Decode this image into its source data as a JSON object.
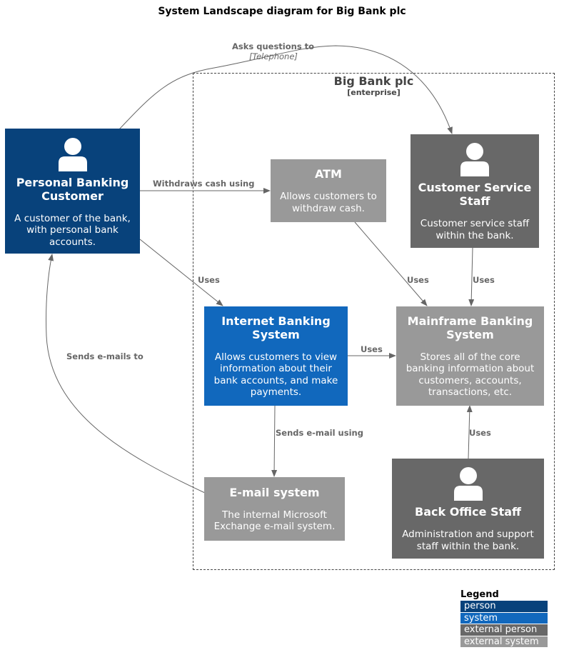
{
  "title": "System Landscape diagram for Big Bank plc",
  "boundary": {
    "name": "Big Bank plc",
    "type": "[enterprise]"
  },
  "nodes": {
    "customer": {
      "name": "Personal Banking Customer",
      "description": "A customer of the bank, with personal bank accounts.",
      "kind": "person",
      "color": "#08427B"
    },
    "atm": {
      "name": "ATM",
      "description": "Allows customers to withdraw cash.",
      "kind": "external system",
      "color": "#999999"
    },
    "css": {
      "name": "Customer Service Staff",
      "description": "Customer service staff within the bank.",
      "kind": "external person",
      "color": "#686868"
    },
    "ibs": {
      "name": "Internet Banking System",
      "description": "Allows customers to view information about their bank accounts, and make payments.",
      "kind": "system",
      "color": "#1168BD"
    },
    "mbs": {
      "name": "Mainframe Banking System",
      "description": "Stores all of the core banking information about customers, accounts, transactions, etc.",
      "kind": "external system",
      "color": "#999999"
    },
    "email": {
      "name": "E-mail system",
      "description": "The internal Microsoft Exchange e-mail system.",
      "kind": "external system",
      "color": "#999999"
    },
    "bos": {
      "name": "Back Office Staff",
      "description": "Administration and support staff within the bank.",
      "kind": "external person",
      "color": "#686868"
    }
  },
  "relations": {
    "asks": {
      "label": "Asks questions to",
      "technology": "[Telephone]"
    },
    "withdraws": {
      "label": "Withdraws cash using"
    },
    "cust_uses_ibs": {
      "label": "Uses"
    },
    "atm_uses_mbs": {
      "label": "Uses"
    },
    "css_uses_mbs": {
      "label": "Uses"
    },
    "ibs_uses_mbs": {
      "label": "Uses"
    },
    "sends_email_using": {
      "label": "Sends e-mail using"
    },
    "sends_emails_to": {
      "label": "Sends e-mails to"
    },
    "bos_uses_mbs": {
      "label": "Uses"
    }
  },
  "legend": {
    "title": "Legend",
    "items": [
      {
        "label": "person",
        "color": "#08427B"
      },
      {
        "label": "system",
        "color": "#1168BD"
      },
      {
        "label": "external person",
        "color": "#686868"
      },
      {
        "label": "external system",
        "color": "#999999"
      }
    ]
  }
}
